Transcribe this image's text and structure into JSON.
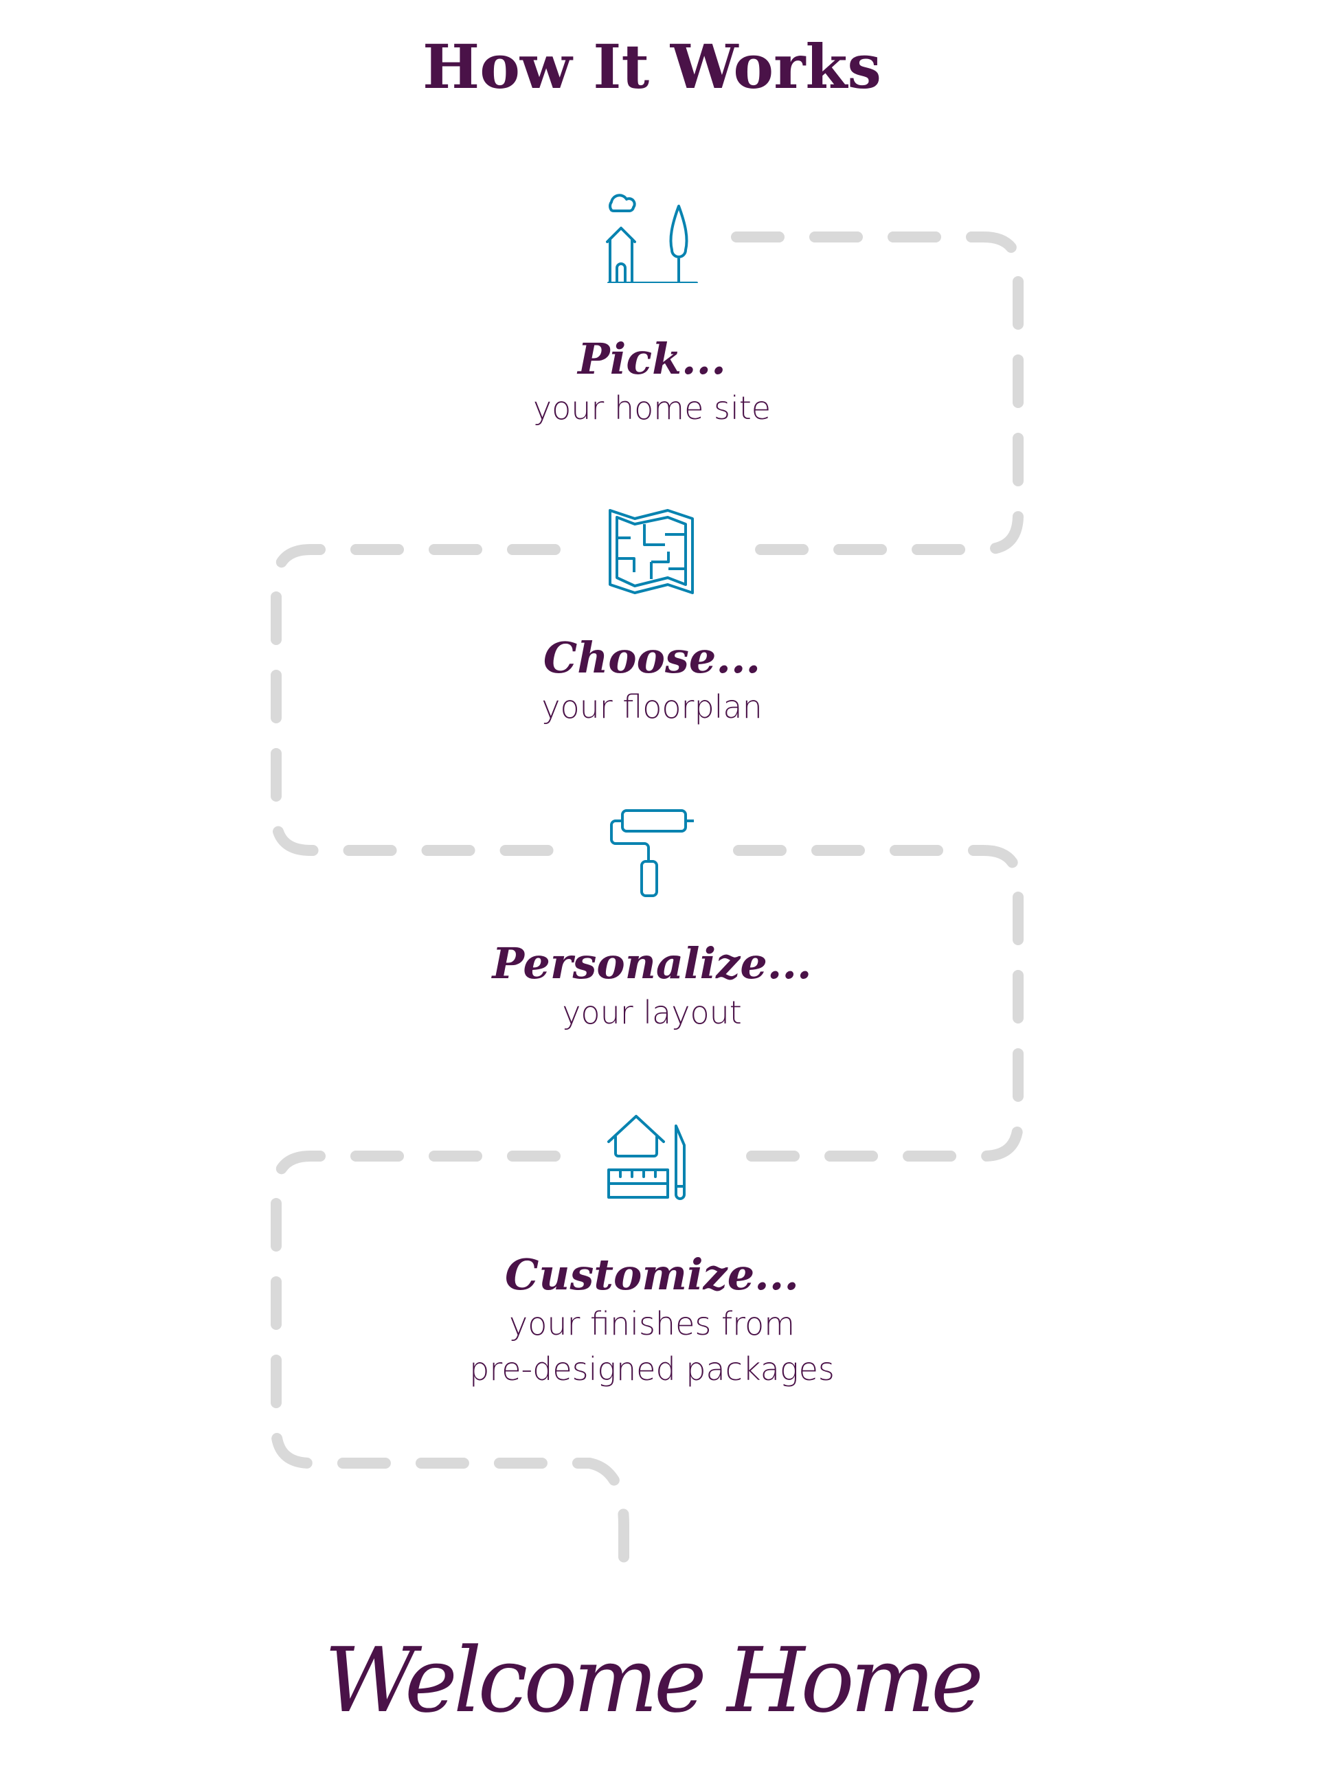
{
  "title": "How It Works",
  "colors": {
    "primary": "#4a1248",
    "accent": "#0883b0",
    "path": "#d9d9d9"
  },
  "steps": [
    {
      "icon": "house-tree-icon",
      "heading": "Pick...",
      "text": "your home site"
    },
    {
      "icon": "floorplan-map-icon",
      "heading": "Choose...",
      "text": "your floorplan"
    },
    {
      "icon": "paint-roller-icon",
      "heading": "Personalize...",
      "text": "your layout"
    },
    {
      "icon": "house-ruler-pencil-icon",
      "heading": "Customize...",
      "text": "your finishes from",
      "text2": "pre-designed packages"
    }
  ],
  "footer": "Welcome Home"
}
